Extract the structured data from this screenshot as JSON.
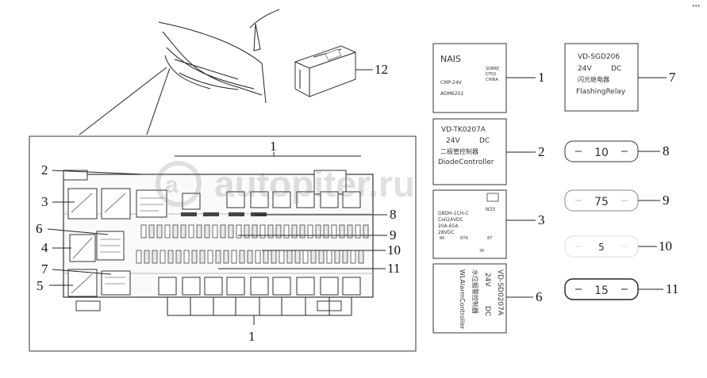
{
  "watermark": "autopiter.ru",
  "callouts": {
    "main_top": "1",
    "main_bottom": "1",
    "left_2": "2",
    "left_3": "3",
    "left_6": "6",
    "left_4": "4",
    "left_7": "7",
    "left_5": "5",
    "mid_8": "8",
    "mid_9": "9",
    "mid_10": "10",
    "mid_11": "11",
    "module_12": "12",
    "r_1": "1",
    "r_2": "2",
    "r_3": "3",
    "r_6": "6",
    "r_7": "7",
    "r_8": "8",
    "r_9": "9",
    "r_10": "10",
    "r_11": "11"
  },
  "label_nais": {
    "brand": "NAIS",
    "side_1": "SOBRE",
    "side_2": "DT02",
    "side_3": "CHINA",
    "model": "CMP-24V",
    "code": "AOM6202"
  },
  "label_tk": {
    "model": "VD-TK0207A",
    "voltage": "24V",
    "dc": "DC",
    "cn": "二极管控制器",
    "name": "DiodeController"
  },
  "label_relay": {
    "line1": "G8DH-1CH-C",
    "line2": "Coil24VDC",
    "line3": "20A-65A",
    "line4": "28VDC",
    "pin_86": "86",
    "pin_87a": "87A",
    "pin_87": "87",
    "pin_30": "30",
    "code": "N33"
  },
  "label_sd": {
    "model": "VD-SD0207A",
    "voltage": "24V",
    "dc": "DC",
    "cn": "水位报警控制器",
    "name": "WLAlarmController"
  },
  "label_flash": {
    "model": "VD-SGD206",
    "voltage": "24V",
    "dc": "DC",
    "cn": "闪光继电器",
    "name": "FlashingRelay"
  },
  "fuses": {
    "f8": "10",
    "f9": "75",
    "f10": "5",
    "f11": "15"
  }
}
